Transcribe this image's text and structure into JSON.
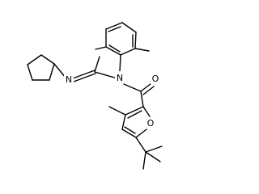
{
  "atoms": {
    "imine_n": "N",
    "amide_n": "N",
    "carbonyl_o": "O",
    "furan_o": "O"
  },
  "colors": {
    "bond": "#000000",
    "label": "#000000",
    "background": "#ffffff"
  }
}
